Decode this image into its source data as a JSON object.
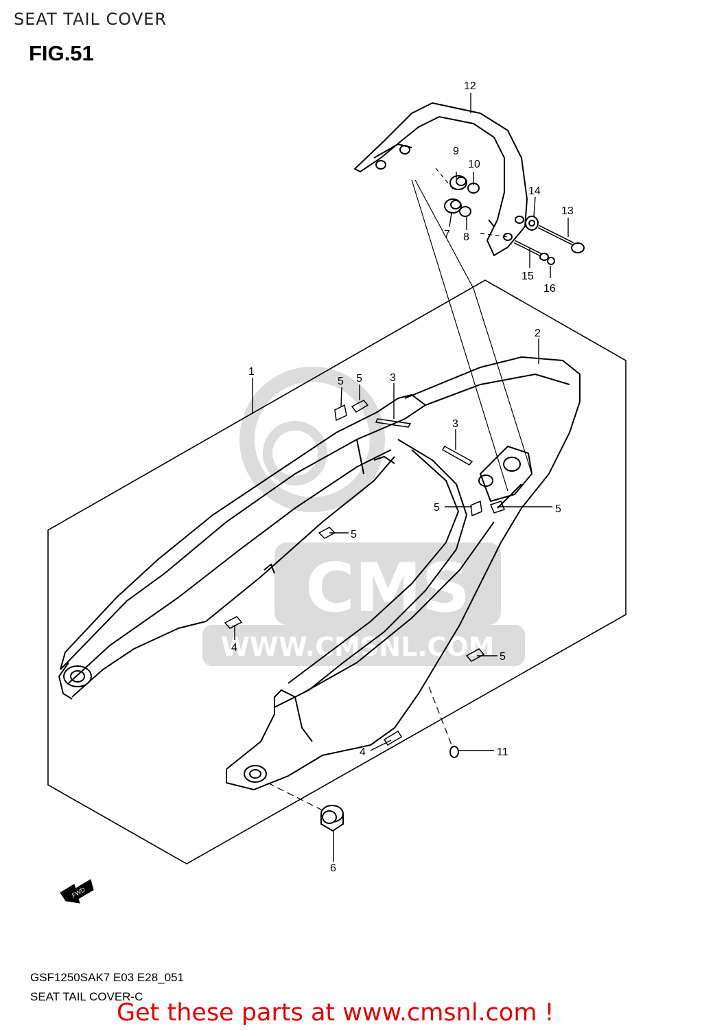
{
  "header": {
    "title": "SEAT TAIL COVER"
  },
  "figure": {
    "label": "FIG.51"
  },
  "callouts": [
    {
      "id": "c1",
      "text": "1"
    },
    {
      "id": "c2",
      "text": "2"
    },
    {
      "id": "c3a",
      "text": "3"
    },
    {
      "id": "c3b",
      "text": "3"
    },
    {
      "id": "c4a",
      "text": "4"
    },
    {
      "id": "c4b",
      "text": "4"
    },
    {
      "id": "c5a",
      "text": "5"
    },
    {
      "id": "c5b",
      "text": "5"
    },
    {
      "id": "c5c",
      "text": "5"
    },
    {
      "id": "c5d",
      "text": "5"
    },
    {
      "id": "c5e",
      "text": "5"
    },
    {
      "id": "c5f",
      "text": "5"
    },
    {
      "id": "c6",
      "text": "6"
    },
    {
      "id": "c7",
      "text": "7"
    },
    {
      "id": "c8",
      "text": "8"
    },
    {
      "id": "c9",
      "text": "9"
    },
    {
      "id": "c10",
      "text": "10"
    },
    {
      "id": "c11",
      "text": "11"
    },
    {
      "id": "c12",
      "text": "12"
    },
    {
      "id": "c13",
      "text": "13"
    },
    {
      "id": "c14",
      "text": "14"
    },
    {
      "id": "c15",
      "text": "15"
    },
    {
      "id": "c16",
      "text": "16"
    }
  ],
  "direction_marker": {
    "text": "FWD"
  },
  "watermark": {
    "brand": "CMS",
    "url": "WWW.CMSNL.COM"
  },
  "footer": {
    "code": "GSF1250SAK7 E03 E28_051",
    "subtitle": "SEAT TAIL COVER-C",
    "promo": "Get these parts at www.cmsnl.com !"
  },
  "colors": {
    "promo": "#e10000",
    "line": "#000000",
    "watermark": "#d8d8d8"
  }
}
